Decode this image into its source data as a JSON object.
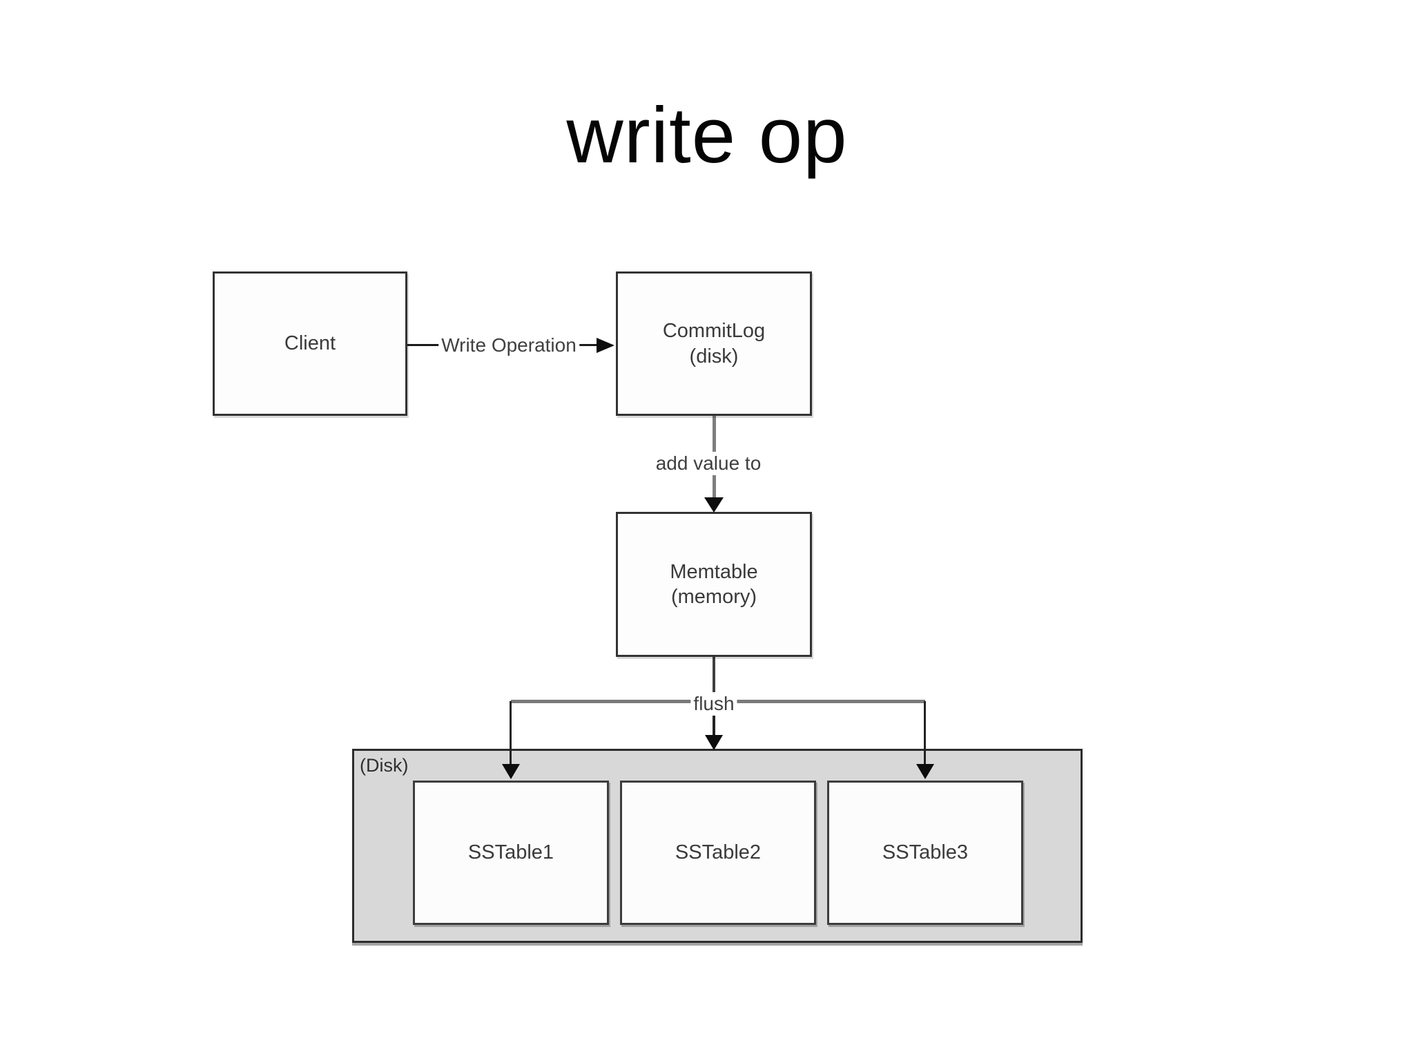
{
  "slide": {
    "title": "write op"
  },
  "diagram": {
    "nodes": {
      "client": {
        "label": "Client"
      },
      "commitlog": {
        "label": "CommitLog",
        "sublabel": "(disk)"
      },
      "memtable": {
        "label": "Memtable",
        "sublabel": "(memory)"
      }
    },
    "edges": {
      "client_to_commitlog": {
        "label": "Write Operation"
      },
      "commitlog_to_memtable": {
        "label": "add value to"
      },
      "memtable_to_sstables": {
        "label": "flush"
      }
    },
    "disk_group": {
      "label": "(Disk)",
      "sstables": [
        {
          "label": "SSTable1"
        },
        {
          "label": "SSTable2"
        },
        {
          "label": "SSTable3"
        }
      ]
    },
    "colors": {
      "background": "#ffffff",
      "box_fill": "#fdfdfd",
      "box_border": "#333333",
      "disk_group_fill": "#d8d8d8",
      "disk_group_border": "#2d2d2d",
      "arrow": "#0d0d0d",
      "flush_line": "#7a7a7a",
      "text": "#3a3a3a",
      "title_text": "#050505"
    }
  }
}
